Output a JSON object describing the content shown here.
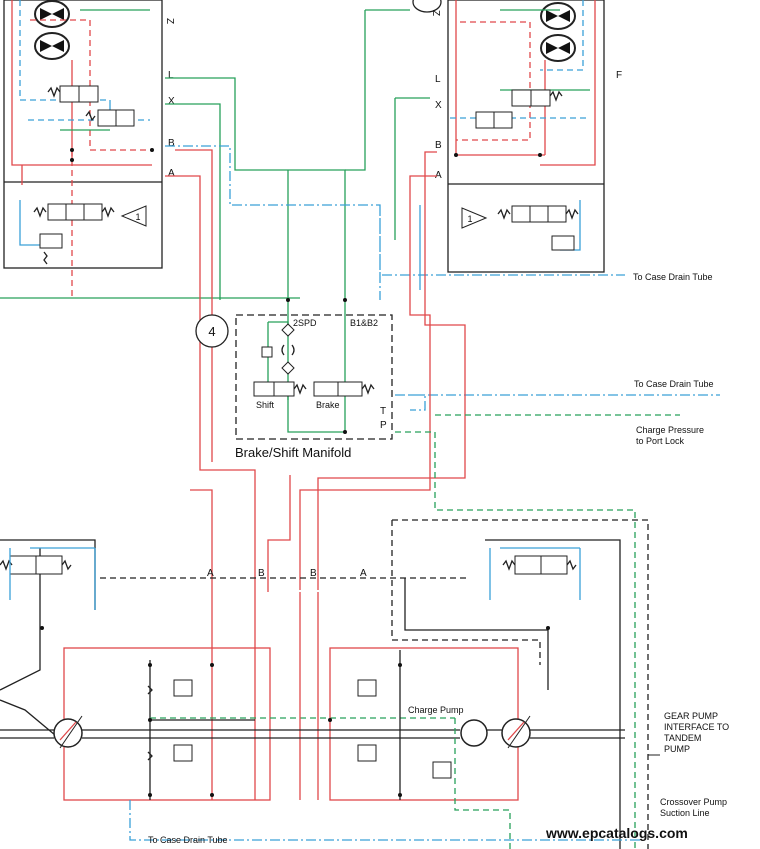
{
  "diagram": {
    "manifold_title": "Brake/Shift Manifold",
    "manifold_number": "4",
    "manifold_ports": {
      "spd": "2SPD",
      "b1b2": "B1&B2",
      "t": "T",
      "p": "P"
    },
    "valve_labels": {
      "shift": "Shift",
      "brake": "Brake"
    },
    "motor_number_left": "1",
    "motor_number_right": "1",
    "motor_ports_left": [
      "Z",
      "L",
      "X",
      "B",
      "A"
    ],
    "motor_ports_right": [
      "Z",
      "L",
      "X",
      "B",
      "A"
    ],
    "side_label_right": "F",
    "pump_ports": [
      "A",
      "B",
      "B",
      "A"
    ],
    "charge_pump_label": "Charge Pump",
    "callouts": {
      "case_drain_1": "To Case Drain Tube",
      "case_drain_2": "To Case Drain Tube",
      "charge_pressure_1": "Charge Pressure",
      "charge_pressure_2": "to Port Lock",
      "gear_pump_1": "GEAR PUMP",
      "gear_pump_2": "INTERFACE TO",
      "gear_pump_3": "TANDEM",
      "gear_pump_4": "PUMP",
      "crossover_1": "Crossover Pump",
      "crossover_2": "Suction Line",
      "case_drain_bottom": "To Case Drain Tube"
    },
    "watermark": "www.epcatalogs.com",
    "colors": {
      "pressure": "#e0484a",
      "pilot": "#27a05a",
      "drain": "#3aa0d8",
      "case": "#222222"
    }
  }
}
